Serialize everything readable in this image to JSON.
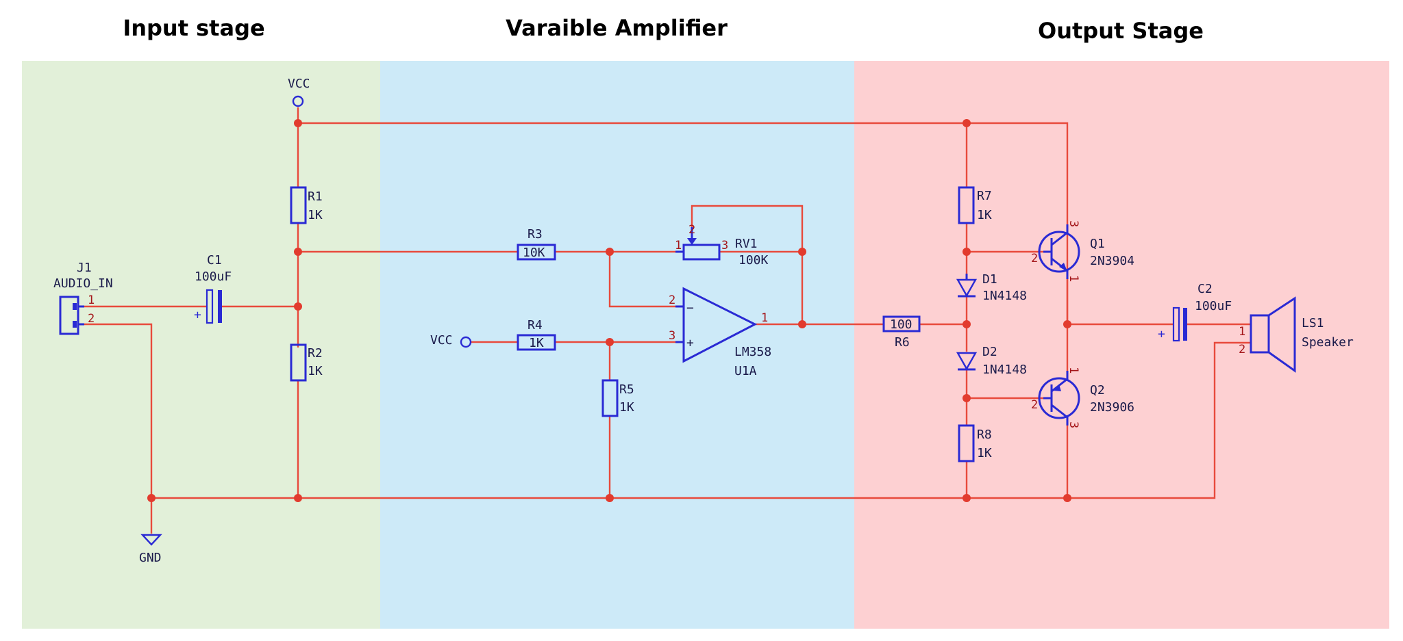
{
  "sections": {
    "input": {
      "title": "Input stage",
      "bg": "#e2f0d9"
    },
    "amp": {
      "title": "Varaible Amplifier",
      "bg": "#cdeaf8"
    },
    "output": {
      "title": "Output Stage",
      "bg": "#fdd0d2"
    }
  },
  "colors": {
    "wire": "#e84a3c",
    "component": "#2a2ad4",
    "junction": "#e23b2e",
    "pin_number": "#a4161a"
  },
  "power": {
    "vcc_top": "VCC",
    "vcc_r4": "VCC",
    "gnd": "GND"
  },
  "components": {
    "j1": {
      "ref": "J1",
      "value": "AUDIO_IN",
      "pin1": "1",
      "pin2": "2"
    },
    "c1": {
      "ref": "C1",
      "value": "100uF",
      "polarity": "+"
    },
    "r1": {
      "ref": "R1",
      "value": "1K"
    },
    "r2": {
      "ref": "R2",
      "value": "1K"
    },
    "r3": {
      "ref": "R3",
      "value": "10K"
    },
    "r4": {
      "ref": "R4",
      "value": "1K"
    },
    "r5": {
      "ref": "R5",
      "value": "1K"
    },
    "rv1": {
      "ref": "RV1",
      "value": "100K",
      "pin1": "1",
      "pin2": "2",
      "pin3": "3"
    },
    "u1": {
      "part": "LM358",
      "ref": "U1A",
      "pin_inv": "2",
      "pin_noninv": "3",
      "pin_out": "1",
      "sign_minus": "−",
      "sign_plus": "+"
    },
    "r6": {
      "ref": "R6",
      "value": "100"
    },
    "r7": {
      "ref": "R7",
      "value": "1K"
    },
    "r8": {
      "ref": "R8",
      "value": "1K"
    },
    "d1": {
      "ref": "D1",
      "value": "1N4148"
    },
    "d2": {
      "ref": "D2",
      "value": "1N4148"
    },
    "q1": {
      "ref": "Q1",
      "value": "2N3904",
      "pin_b": "2",
      "pin_c": "3",
      "pin_e": "1"
    },
    "q2": {
      "ref": "Q2",
      "value": "2N3906",
      "pin_b": "2",
      "pin_e": "1",
      "pin_c": "3"
    },
    "c2": {
      "ref": "C2",
      "value": "100uF",
      "polarity": "+"
    },
    "ls1": {
      "ref": "LS1",
      "value": "Speaker",
      "pin1": "1",
      "pin2": "2"
    }
  }
}
